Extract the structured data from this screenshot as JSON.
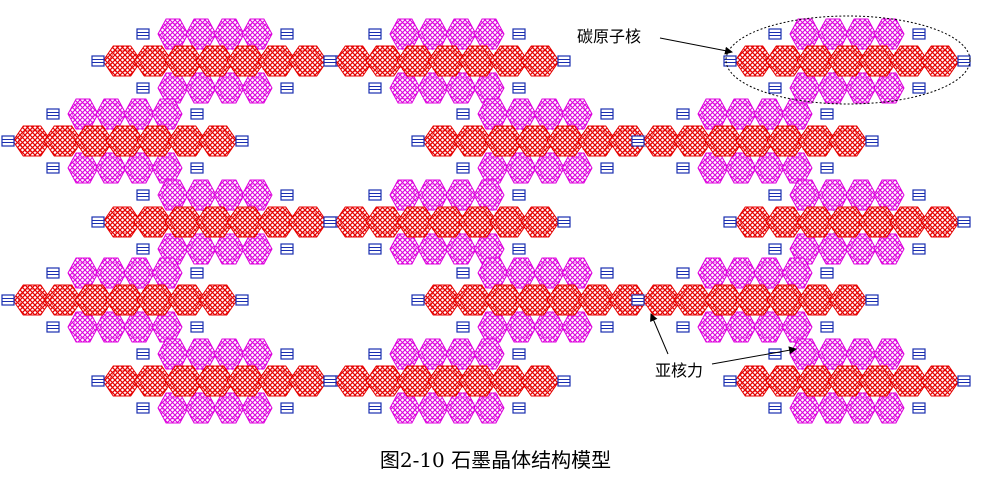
{
  "figure": {
    "caption": "图2-10  石墨晶体结构模型",
    "labels": {
      "carbon_nucleus": "碳原子核",
      "sub_nuclear_force": "亚核力"
    }
  },
  "colors": {
    "carbon_core": "#e60000",
    "magenta_shell": "#dd00dd",
    "connector": "#1a2fb0",
    "bond_line": "#a0a0a0"
  }
}
